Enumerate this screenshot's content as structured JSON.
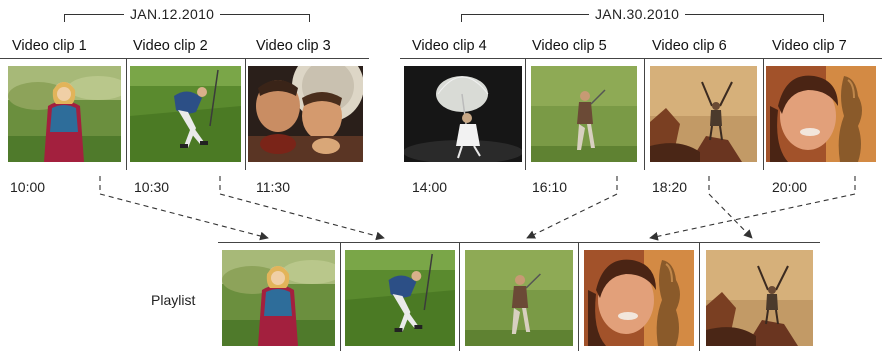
{
  "groups": [
    {
      "date": "JAN.12.2010"
    },
    {
      "date": "JAN.30.2010"
    }
  ],
  "clips": [
    {
      "label": "Video clip 1",
      "time": "10:00",
      "scene": "woman-jacket-running"
    },
    {
      "label": "Video clip 2",
      "time": "10:30",
      "scene": "man-jumping-grass"
    },
    {
      "label": "Video clip 3",
      "time": "11:30",
      "scene": "two-men-closeup"
    },
    {
      "label": "Video clip 4",
      "time": "14:00",
      "scene": "woman-umbrella-night"
    },
    {
      "label": "Video clip 5",
      "time": "16:10",
      "scene": "golfer-swing"
    },
    {
      "label": "Video clip 6",
      "time": "18:20",
      "scene": "hiker-rocks-sunset"
    },
    {
      "label": "Video clip 7",
      "time": "20:00",
      "scene": "woman-warm-portrait"
    }
  ],
  "playlist": {
    "label": "Playlist",
    "items": [
      {
        "source_clip": "Video clip 1"
      },
      {
        "source_clip": "Video clip 2"
      },
      {
        "source_clip": "Video clip 5"
      },
      {
        "source_clip": "Video clip 7"
      },
      {
        "source_clip": "Video clip 6"
      }
    ]
  },
  "colors": {
    "line": "#444444",
    "arrow": "#333333",
    "text": "#222222"
  }
}
